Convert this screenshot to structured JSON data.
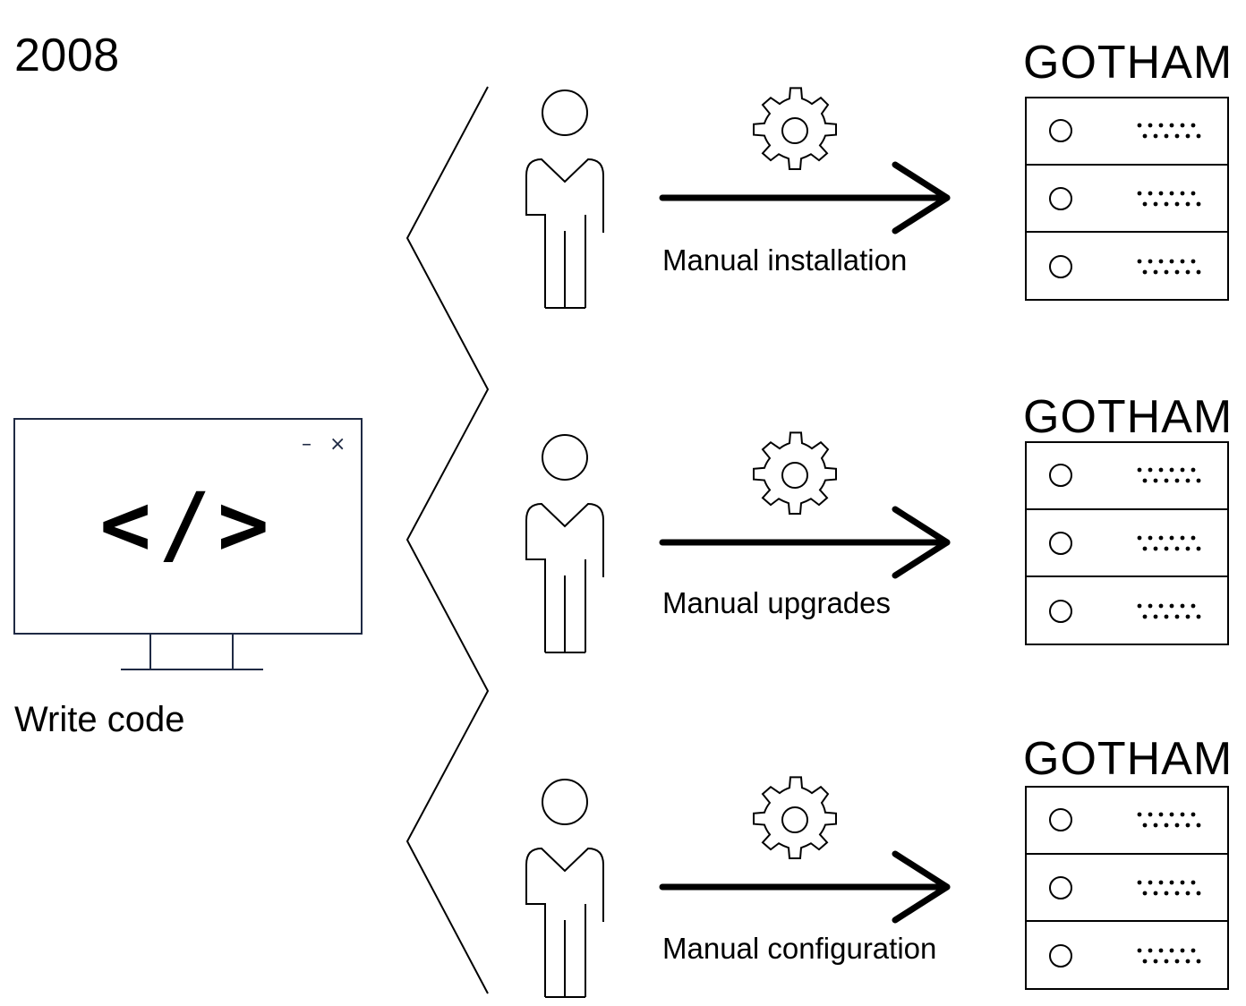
{
  "diagram": {
    "year": "2008",
    "developer": {
      "label": "Write code",
      "code_symbol": "</>",
      "window_controls": {
        "minimize": "–",
        "close": "×"
      }
    },
    "deployments": [
      {
        "step": "Manual installation",
        "target": "GOTHAM"
      },
      {
        "step": "Manual upgrades",
        "target": "GOTHAM"
      },
      {
        "step": "Manual configuration",
        "target": "GOTHAM"
      }
    ],
    "icons": {
      "monitor": "monitor-icon",
      "person": "person-icon",
      "gear": "gear-icon",
      "arrow": "arrow-right-icon",
      "server": "server-rack-icon"
    },
    "colors": {
      "stroke": "#000000",
      "monitor_stroke": "#1f2a44",
      "background": "#ffffff"
    }
  }
}
